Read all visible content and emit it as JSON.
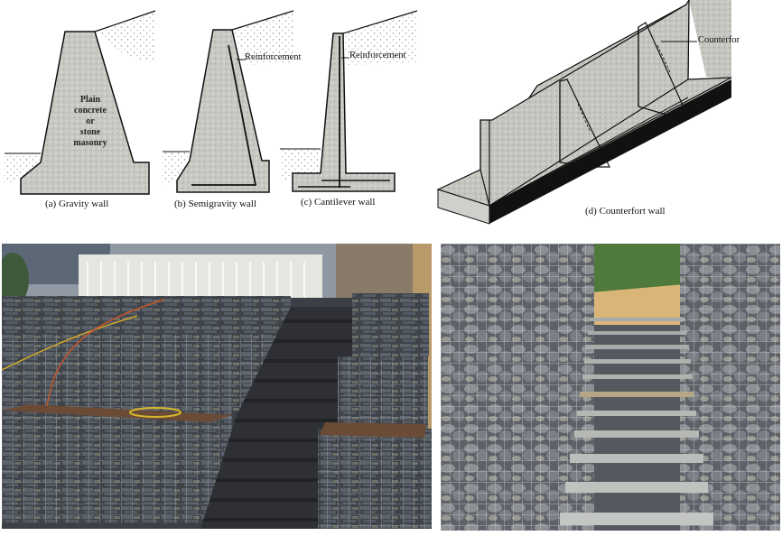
{
  "diagrams": {
    "gravity": {
      "caption": "(a) Gravity wall",
      "inner_lines": [
        "Plain",
        "concrete",
        "or",
        "stone",
        "masonry"
      ]
    },
    "semigravity": {
      "caption": "(b) Semigravity wall",
      "label": "Reinforcement"
    },
    "cantilever": {
      "caption": "(c) Cantilever wall",
      "label": "Reinforcement"
    },
    "counterfort": {
      "caption": "(d) Counterfort wall",
      "label": "Counterfor"
    }
  },
  "photos": {
    "left": {
      "subject": "gabion retaining walls with dark stone stairs"
    },
    "right": {
      "subject": "gabion walls lining stone-slab stairs"
    }
  },
  "colors": {
    "concrete": "#c9c9c4",
    "soil_dots": "#9a9a9a",
    "outline": "#111111",
    "stone_dark": "#4a4f55",
    "mesh": "#b8bcc0"
  }
}
